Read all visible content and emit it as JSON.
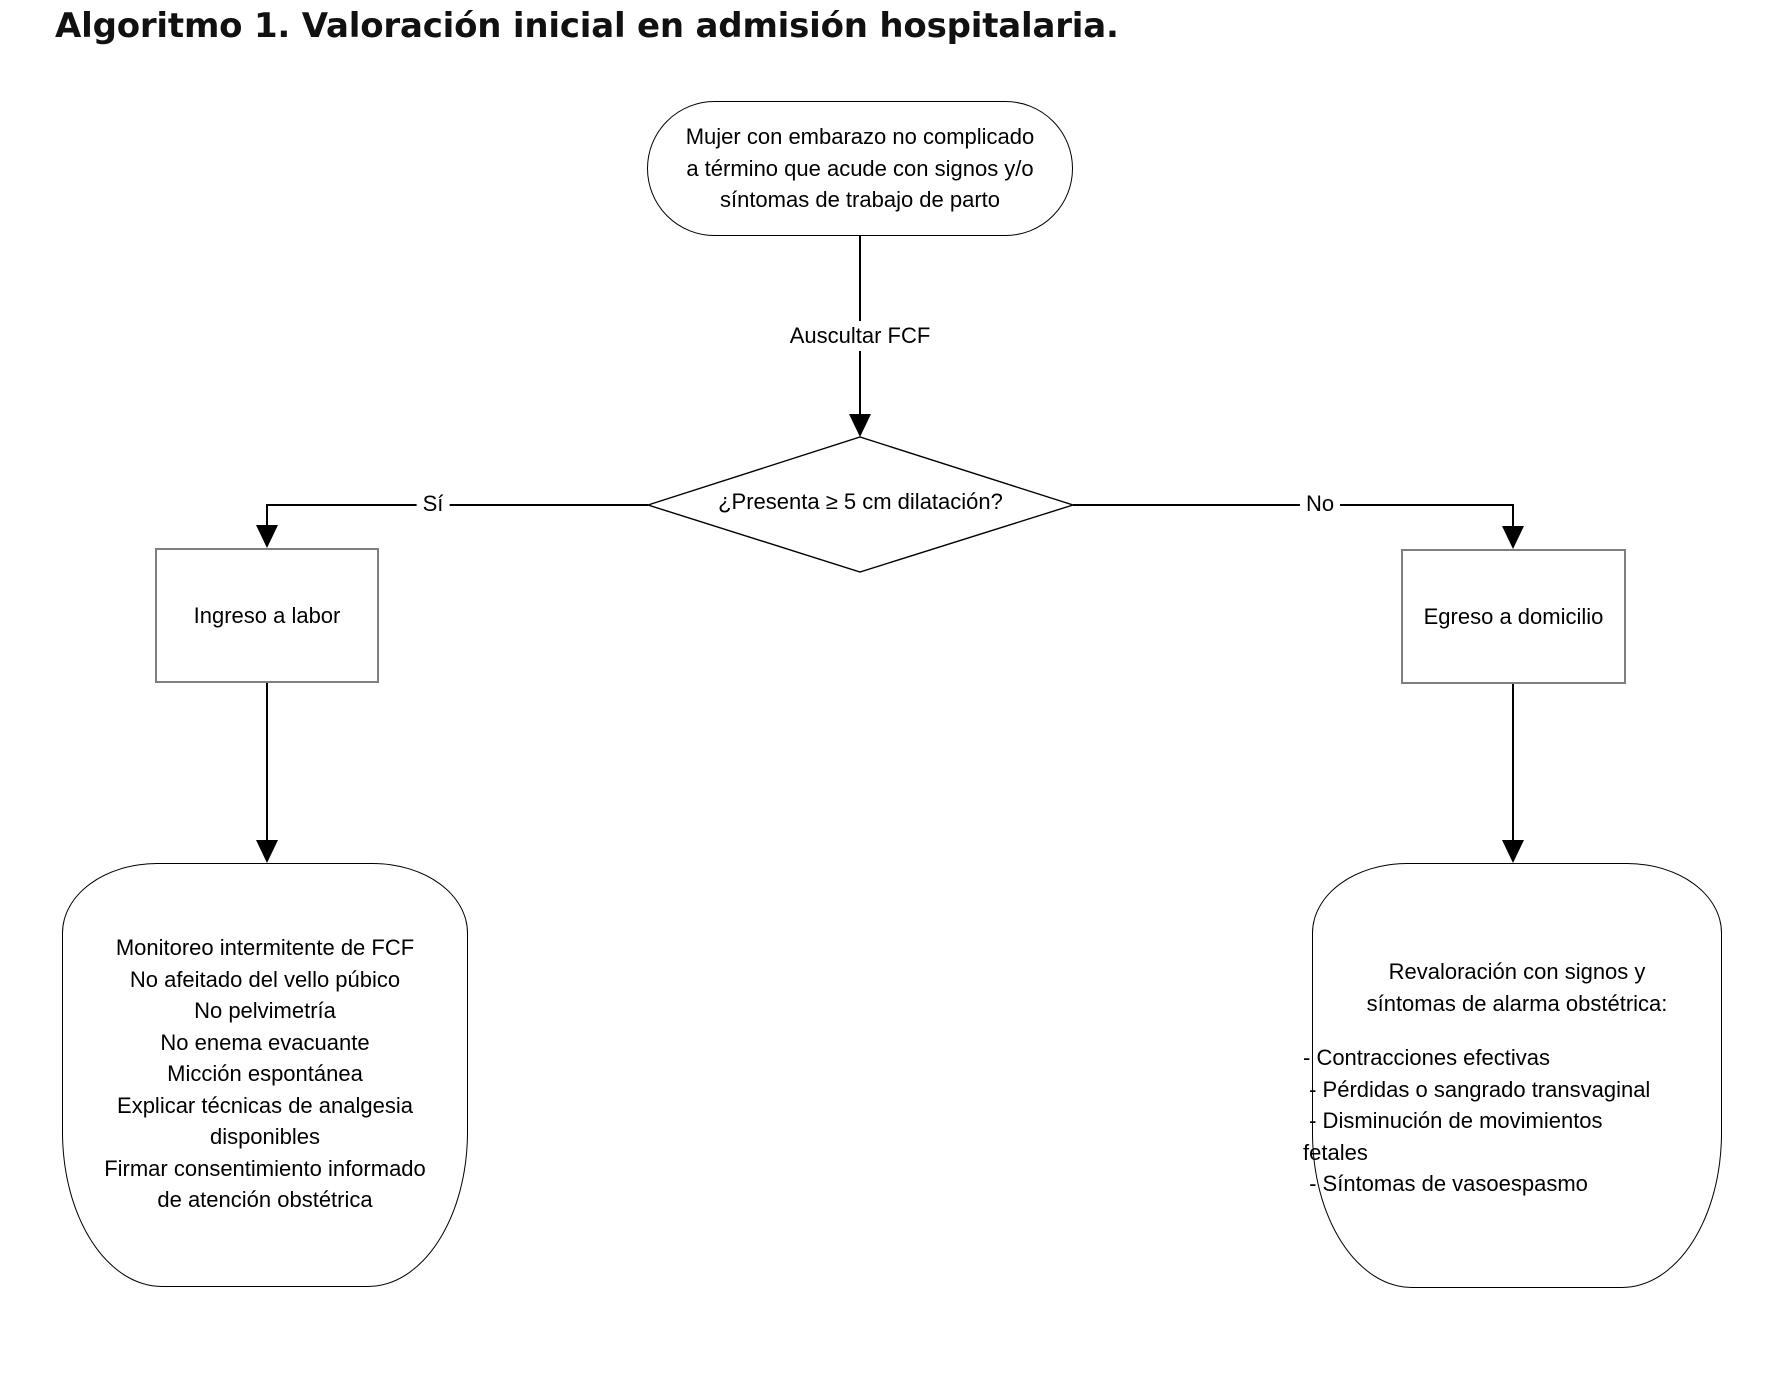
{
  "title": "Algoritmo 1. Valoración inicial en admisión hospitalaria.",
  "colors": {
    "background": "#ffffff",
    "line_ink": "#000000",
    "process_box_border": "#7f7f7f"
  },
  "flowchart": {
    "start_terminator": {
      "lines": [
        "Mujer con embarazo no complicado",
        "a término que acude con signos y/o",
        "síntomas de trabajo de parto"
      ]
    },
    "auscultate_edge_label": "Auscultar FCF",
    "decision": {
      "text": "¿Presenta ≥ 5 cm dilatación?"
    },
    "yes_edge_label": "Sí",
    "no_edge_label": "No",
    "yes_process_box": {
      "text": "Ingreso a labor"
    },
    "no_process_box": {
      "text": "Egreso a domicilio"
    },
    "labor_terminator": {
      "lines": [
        "Monitoreo intermitente de FCF",
        "No afeitado del vello púbico",
        "No pelvimetría",
        "No enema evacuante",
        "Micción espontánea",
        "Explicar técnicas de analgesia",
        "disponibles",
        "Firmar consentimiento informado",
        "de atención obstétrica"
      ]
    },
    "home_terminator": {
      "heading_lines": [
        "Revaloración con signos y",
        "síntomas de alarma obstétrica:"
      ],
      "bullet_lines": [
        "- Contracciones efectivas",
        " - Pérdidas o sangrado transvaginal",
        " - Disminución de movimientos",
        "fetales",
        " - Síntomas de vasoespasmo"
      ]
    }
  }
}
